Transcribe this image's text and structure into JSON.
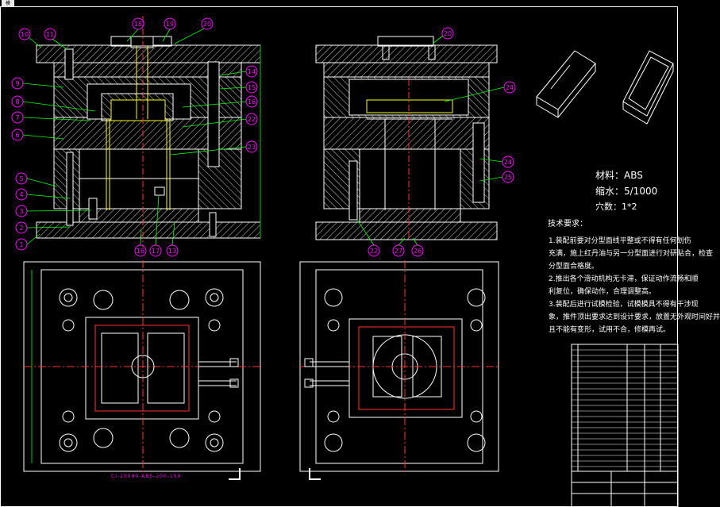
{
  "window": {
    "tab_label": "模"
  },
  "balloons_left": [
    "10",
    "11",
    "18",
    "19",
    "20",
    "9",
    "8",
    "7",
    "6",
    "5",
    "4",
    "3",
    "2",
    "1",
    "14",
    "15",
    "16",
    "22",
    "23",
    "16",
    "17",
    "13"
  ],
  "balloons_right": [
    "20",
    "24",
    "24",
    "25",
    "22",
    "27",
    "26"
  ],
  "material": {
    "line1": "材料：ABS",
    "line2": "缩水：5/1000",
    "line3": "穴数：1*2"
  },
  "tech_notes": {
    "title": "技术要求：",
    "lines": [
      "1.装配前要对分型面线平整或不得有任何划伤",
      "充满，施上红丹油与另一分型面进行对研贴合，检查",
      "分型面合格度。",
      "2.推出各个滑动机构无卡滞，保证动作流畅和顺",
      "利复位，确保动作，合理调整高。",
      "3.装配后进行试模检验，试模模具不得有干涉现",
      "象，推件顶出要求达到设计要求，放置无外观时间好并",
      "且不能有变形，试用不合，修模再试。"
    ]
  },
  "sheet_code": "CI-20090-ABS-200-150",
  "colors": {
    "outline": "#ffffff",
    "hatch": "#dcdcdc",
    "inner": "#ffff00",
    "leader": "#00ff00",
    "balloon": "#ff00ff",
    "center": "#ff3333",
    "plan_inner": "#ff3333",
    "dim": "#00cc00"
  }
}
